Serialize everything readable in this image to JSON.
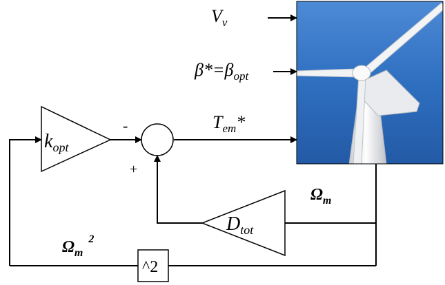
{
  "inputs": {
    "wind_speed": {
      "main": "V",
      "sub": "v"
    },
    "pitch": {
      "prefix": "β*=β",
      "sub": "opt"
    }
  },
  "blocks": {
    "gain": {
      "main": "k",
      "sub": "opt"
    },
    "damping": {
      "main": "D",
      "sub": "tot"
    },
    "square": {
      "label": "^2"
    }
  },
  "signals": {
    "torque_ref": {
      "main": "T",
      "sub": "em",
      "suffix": "*"
    },
    "speed": {
      "main": "Ω",
      "sub": "m"
    },
    "speed_squared": {
      "main": "Ω",
      "sub": "m",
      "sup": "2"
    }
  },
  "summer": {
    "minus": "-",
    "plus": "+"
  },
  "image": {
    "subject": "wind-turbine-photo",
    "sky_color": "#2f6fc0"
  }
}
